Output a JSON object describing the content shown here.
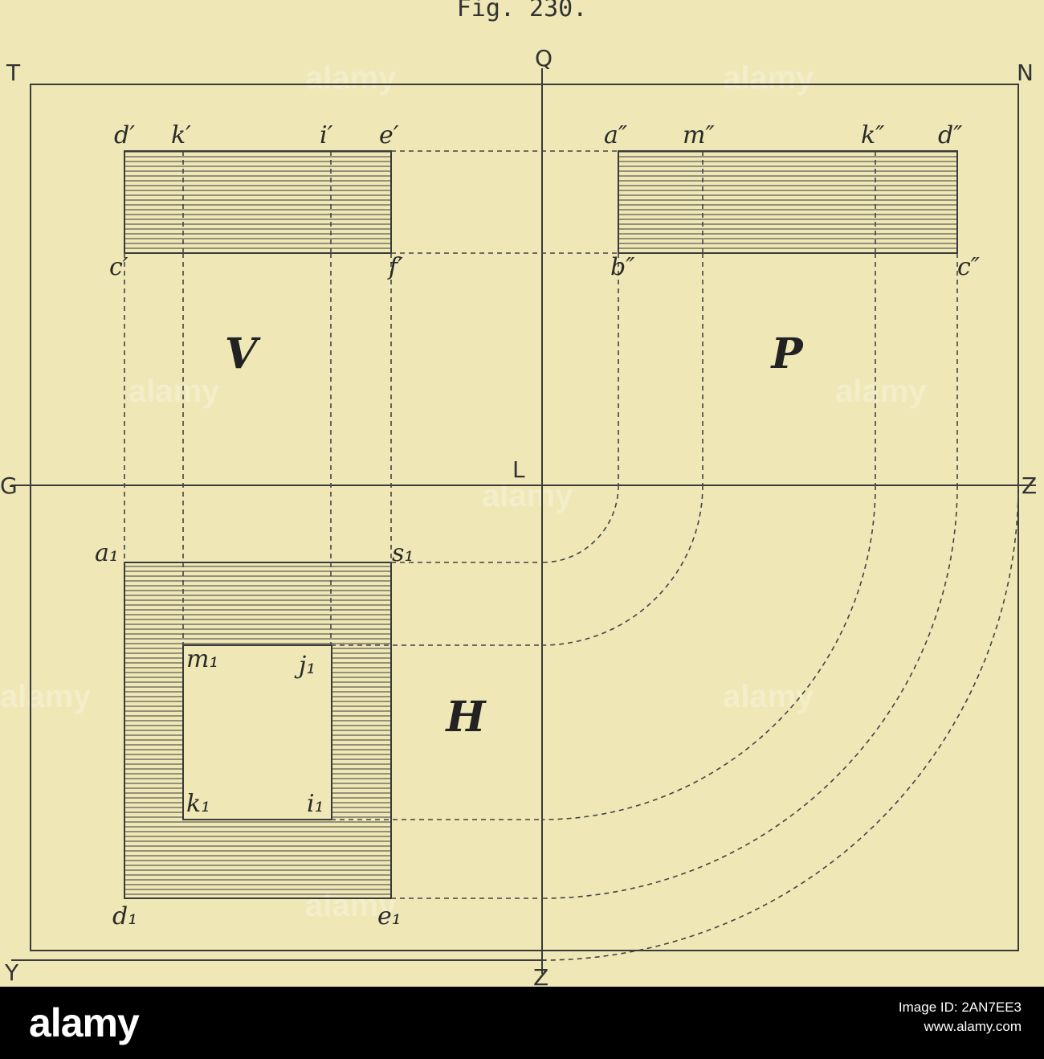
{
  "figure": {
    "caption": "Fig. 230.",
    "regions": {
      "vertical": "V",
      "profile": "P",
      "horizontal": "H"
    },
    "axis_labels": {
      "top_left": "T",
      "top_center": "Q",
      "top_right": "N",
      "left": "G",
      "center": "L",
      "right": "Z",
      "bottom_left": "Y",
      "bottom_center": "Z"
    },
    "points": {
      "d_prime": "d′",
      "k_prime": "k′",
      "i_prime": "i′",
      "e_prime": "e′",
      "c_prime": "c′",
      "f_prime": "f′",
      "a_dd": "a″",
      "m_dd": "m″",
      "k_dd": "k″",
      "d_dd": "d″",
      "b_dd": "b″",
      "c_dd": "c″",
      "a1": "a₁",
      "s1": "s₁",
      "m1": "m₁",
      "j1": "j₁",
      "k1": "k₁",
      "i1": "i₁",
      "d1": "d₁",
      "e1": "e₁"
    }
  },
  "watermark": {
    "text": "alamy"
  },
  "footer": {
    "logo": "alamy",
    "line1": "Image ID: 2AN7EE3",
    "line2": "www.alamy.com"
  }
}
